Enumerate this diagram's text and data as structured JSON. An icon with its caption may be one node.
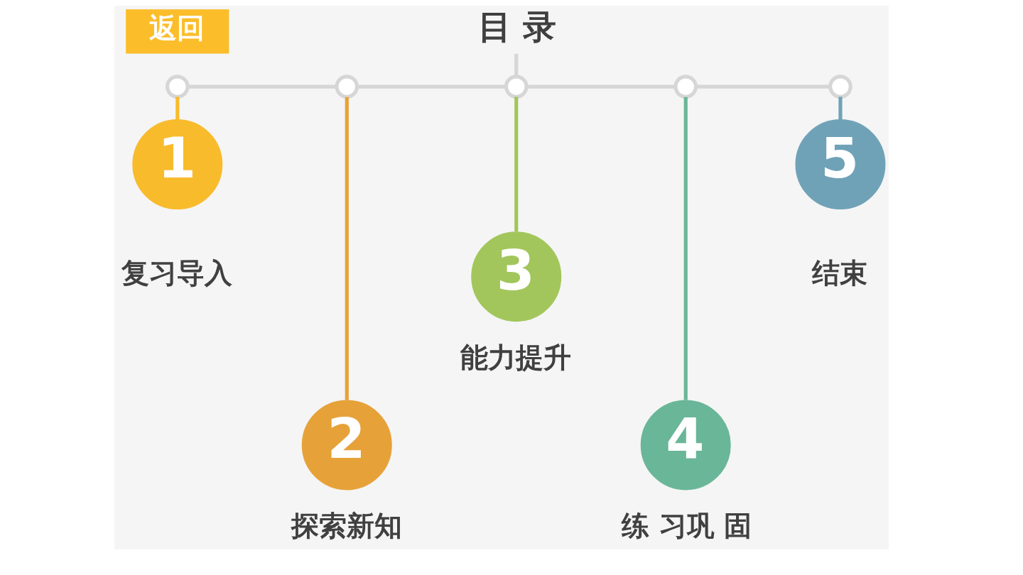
{
  "diagram": {
    "nodes": [
      {
        "text": [
          "返回"
        ]
      },
      {
        "text": [
          "目 录"
        ]
      },
      {
        "text": [],
        "shape": "circle"
      },
      {
        "text": [],
        "shape": "circle"
      },
      {
        "text": [],
        "shape": "circle"
      },
      {
        "text": [],
        "shape": "circle"
      },
      {
        "text": [],
        "shape": "circle"
      },
      {
        "text": [
          "1"
        ],
        "beside": [
          "复习导入"
        ]
      },
      {
        "text": [
          "2"
        ],
        "beside": [
          "探索新知"
        ]
      },
      {
        "text": [
          "3"
        ],
        "beside": [
          "能力提升"
        ]
      },
      {
        "text": [
          "4"
        ],
        "beside": [
          "练 习巩 固"
        ]
      },
      {
        "text": [
          "5"
        ],
        "beside": [
          "结束"
        ]
      }
    ],
    "edges": [
      {
        "from": 1,
        "to": 4,
        "arrow": "none"
      },
      {
        "from": 2,
        "to": 3,
        "arrow": "none"
      },
      {
        "from": 3,
        "to": 4,
        "arrow": "none"
      },
      {
        "from": 4,
        "to": 5,
        "arrow": "none"
      },
      {
        "from": 5,
        "to": 6,
        "arrow": "none"
      },
      {
        "from": 2,
        "to": 7,
        "arrow": "none",
        "color": "#f8bb2c"
      },
      {
        "from": 3,
        "to": 8,
        "arrow": "none",
        "color": "#e6a238"
      },
      {
        "from": 4,
        "to": 9,
        "arrow": "none",
        "color": "#a2c65b"
      },
      {
        "from": 5,
        "to": 10,
        "arrow": "none",
        "color": "#6ab698"
      },
      {
        "from": 6,
        "to": 11,
        "arrow": "none",
        "color": "#6fa2b7"
      }
    ]
  }
}
